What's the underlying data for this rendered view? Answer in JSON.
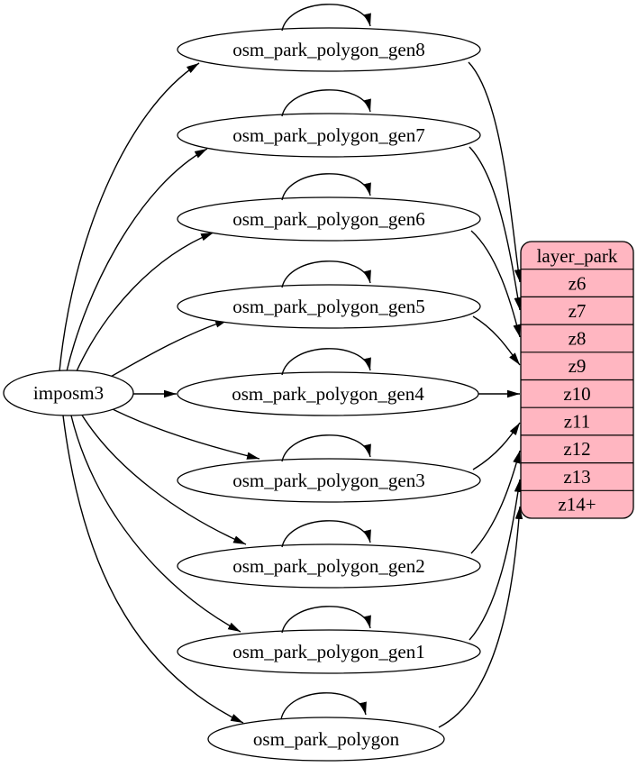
{
  "diagram": {
    "kind": "graphviz-dependency-digraph",
    "source": {
      "label": "imposm3"
    },
    "tables": [
      {
        "label": "osm_park_polygon_gen8",
        "target_row": "z6",
        "has_self_loop": true
      },
      {
        "label": "osm_park_polygon_gen7",
        "target_row": "z7",
        "has_self_loop": true
      },
      {
        "label": "osm_park_polygon_gen6",
        "target_row": "z8",
        "has_self_loop": true
      },
      {
        "label": "osm_park_polygon_gen5",
        "target_row": "z9",
        "has_self_loop": true
      },
      {
        "label": "osm_park_polygon_gen4",
        "target_row": "z10",
        "has_self_loop": true
      },
      {
        "label": "osm_park_polygon_gen3",
        "target_row": "z11",
        "has_self_loop": true
      },
      {
        "label": "osm_park_polygon_gen2",
        "target_row": "z12",
        "has_self_loop": true
      },
      {
        "label": "osm_park_polygon_gen1",
        "target_row": "z13",
        "has_self_loop": true
      },
      {
        "label": "osm_park_polygon",
        "target_row": "z14+",
        "has_self_loop": true
      }
    ],
    "layer": {
      "title": "layer_park",
      "rows": [
        "z6",
        "z7",
        "z8",
        "z9",
        "z10",
        "z11",
        "z12",
        "z13",
        "z14+"
      ]
    },
    "colors": {
      "layer_fill": "#ffb6c1",
      "node_fill": "#ffffff",
      "stroke": "#000000",
      "background": "#ffffff"
    }
  }
}
